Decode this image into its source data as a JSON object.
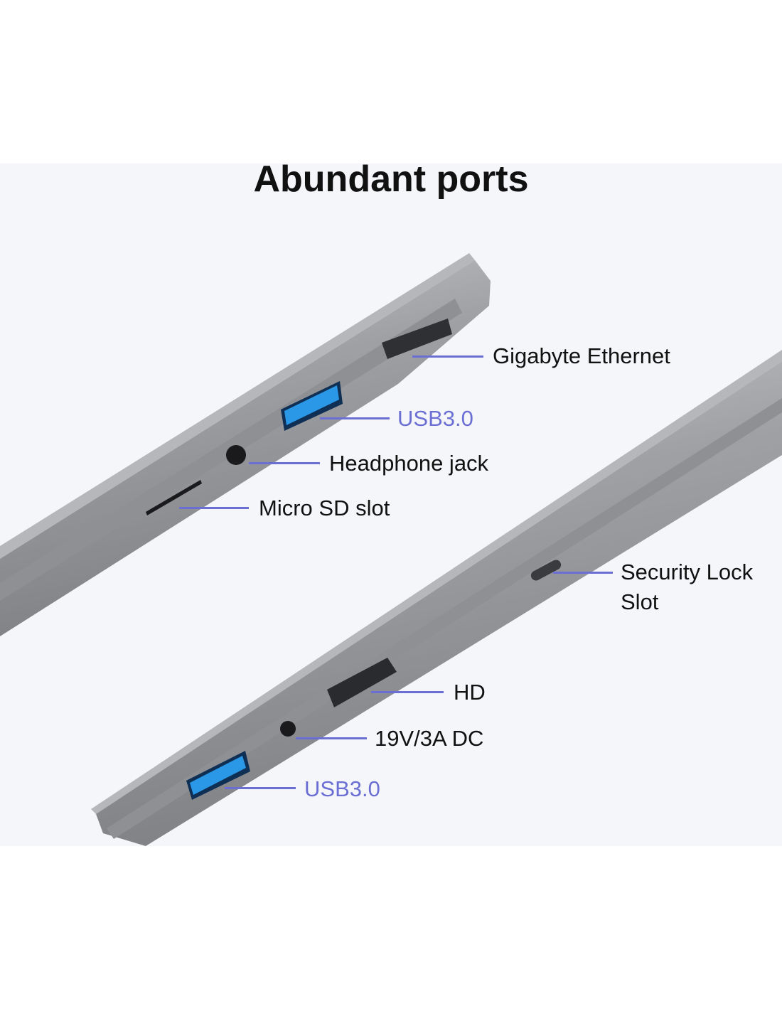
{
  "title": "Abundant ports",
  "colors": {
    "accent": "#6b6fd4",
    "background": "#f4f6fa",
    "chassis": "#9a9ca1",
    "usb_blue": "#1e8ee0"
  },
  "labels": {
    "ethernet": "Gigabyte Ethernet",
    "usb_top": "USB3.0",
    "headphone": "Headphone jack",
    "microsd": "Micro SD slot",
    "security_line1": "Security Lock",
    "security_line2": "Slot",
    "hdmi": "HD",
    "dc": "19V/3A DC",
    "usb_bottom": "USB3.0"
  }
}
